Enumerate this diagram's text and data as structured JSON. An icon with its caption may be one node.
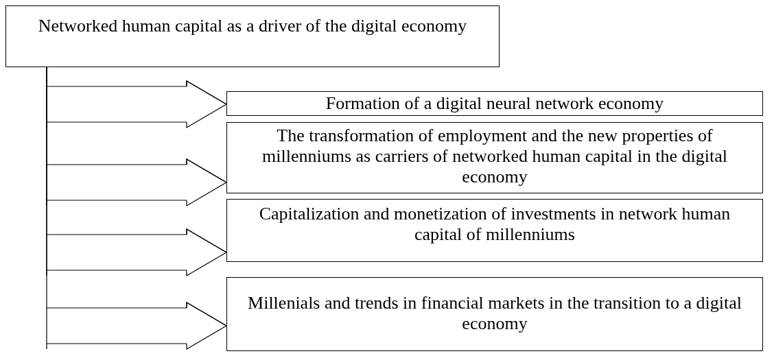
{
  "diagram": {
    "nodes": [
      {
        "text": [
          "Networked human capital as a driver of the digital economy"
        ]
      },
      {
        "text": [
          "Formation of a digital neural network economy"
        ]
      },
      {
        "text": [
          "The transformation of employment and the new properties of millenniums as carriers of networked human capital in the digital economy"
        ]
      },
      {
        "text": [
          "Capitalization and monetization of investments in network human capital of millenniums"
        ]
      },
      {
        "text": [
          "Millenials and trends in financial markets in the transition to a digital economy"
        ]
      }
    ],
    "edges": [
      {
        "from": 0,
        "to": 1,
        "arrow": "to"
      },
      {
        "from": 0,
        "to": 2,
        "arrow": "to"
      },
      {
        "from": 0,
        "to": 3,
        "arrow": "to"
      },
      {
        "from": 0,
        "to": 4,
        "arrow": "to"
      }
    ]
  }
}
